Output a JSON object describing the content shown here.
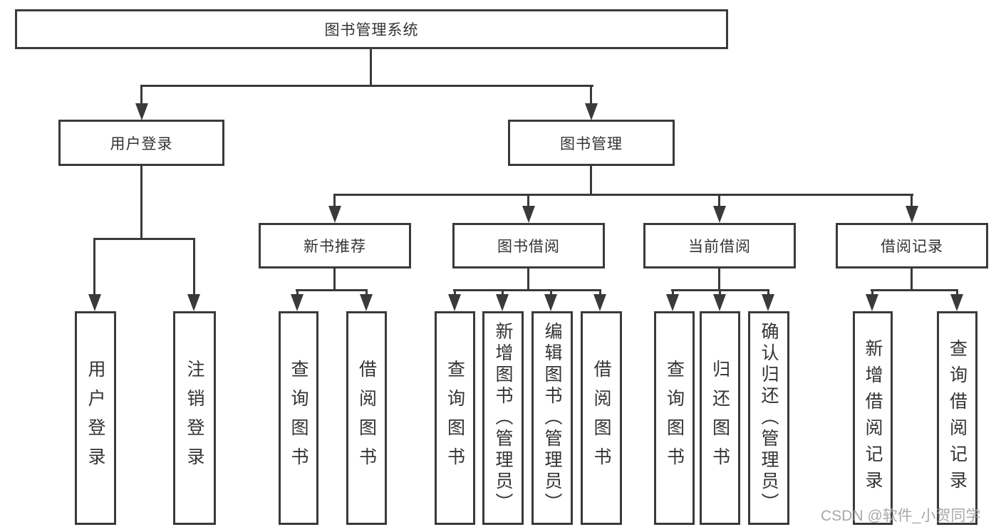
{
  "colors": {
    "line": "#3a3a3a",
    "text": "#333333",
    "background": "#ffffff",
    "watermark": "#9e9e9e"
  },
  "tree": {
    "root": {
      "label": "图书管理系统"
    },
    "children": [
      {
        "label": "用户登录",
        "children": [
          {
            "label": "用户登录"
          },
          {
            "label": "注销登录"
          }
        ]
      },
      {
        "label": "图书管理",
        "children": [
          {
            "label": "新书推荐",
            "children": [
              {
                "label": "查询图书"
              },
              {
                "label": "借阅图书"
              }
            ]
          },
          {
            "label": "图书借阅",
            "children": [
              {
                "label": "查询图书"
              },
              {
                "label": "新增图书（管理员）"
              },
              {
                "label": "编辑图书（管理员）"
              },
              {
                "label": "借阅图书"
              }
            ]
          },
          {
            "label": "当前借阅",
            "children": [
              {
                "label": "查询图书"
              },
              {
                "label": "归还图书"
              },
              {
                "label": "确认归还（管理员）"
              }
            ]
          },
          {
            "label": "借阅记录",
            "children": [
              {
                "label": "新增借阅记录"
              },
              {
                "label": "查询借阅记录"
              }
            ]
          }
        ]
      }
    ]
  },
  "watermark": {
    "text": "CSDN @软件_小贺同学"
  }
}
